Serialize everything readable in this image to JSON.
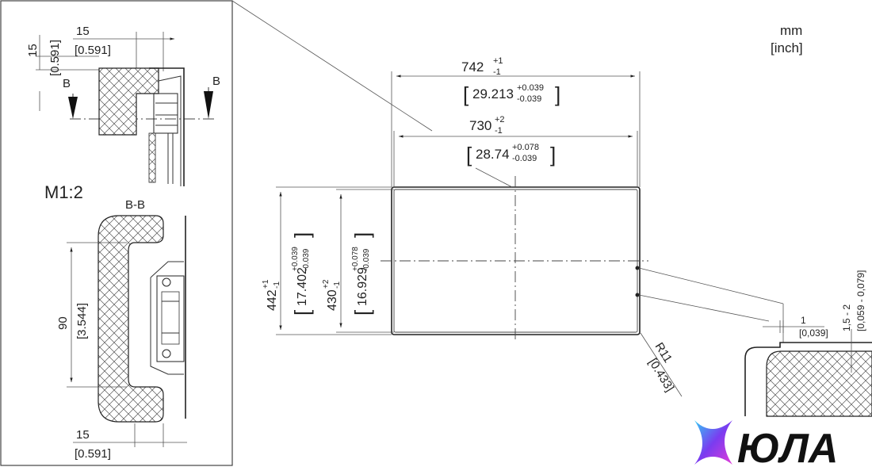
{
  "units": {
    "line1": "mm",
    "line2": "[inch]"
  },
  "scale_label": "M1:2",
  "section_marker": "B",
  "section_title": "B-B",
  "detail_top": {
    "dim_v": "15",
    "dim_v_inch": "[0.591]",
    "dim_h": "15",
    "dim_h_inch": "[0.591]"
  },
  "detail_bottom": {
    "dim_v": "90",
    "dim_v_inch": "[3.544]",
    "dim_h": "15",
    "dim_h_inch": "[0.591]"
  },
  "cutout": {
    "outer_width": "742",
    "outer_width_tol_up": "+1",
    "outer_width_tol_dn": "-1",
    "outer_width_inch": "29.213",
    "outer_width_inch_tol_up": "+0.039",
    "outer_width_inch_tol_dn": "-0.039",
    "inner_width": "730",
    "inner_width_tol_up": "+2",
    "inner_width_tol_dn": "-1",
    "inner_width_inch": "28.74",
    "inner_width_inch_tol_up": "+0.078",
    "inner_width_inch_tol_dn": "-0.039",
    "outer_height": "442",
    "outer_height_tol_up": "+1",
    "outer_height_tol_dn": "-1",
    "outer_height_inch": "17.402",
    "outer_height_inch_tol_up": "+0.039",
    "outer_height_inch_tol_dn": "-0.039",
    "inner_height": "430",
    "inner_height_tol_up": "+2",
    "inner_height_tol_dn": "-1",
    "inner_height_inch": "16.929",
    "inner_height_inch_tol_up": "+0.078",
    "inner_height_inch_tol_dn": "-0.039",
    "radius": "R11",
    "radius_inch": "[0.433]"
  },
  "detail_right": {
    "gap": "1",
    "gap_inch": "[0,039]",
    "thickness": "1,5 - 2",
    "thickness_inch": "[0,059 - 0,079]"
  },
  "logo": {
    "text": "ЮЛА"
  },
  "colors": {
    "logo_text": "#111111",
    "logo_grad_a": "#33c9f5",
    "logo_grad_b": "#7a3cf0",
    "logo_grad_c": "#e23cd8"
  }
}
